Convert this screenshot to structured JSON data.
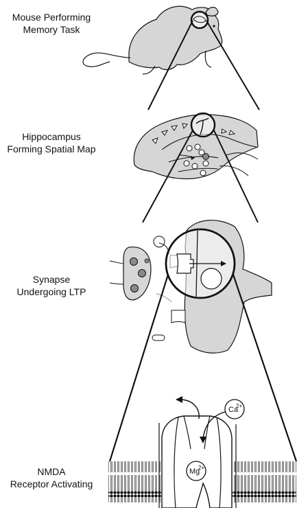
{
  "panels": [
    {
      "line1": "Mouse Performing",
      "line2": "Memory Task"
    },
    {
      "line1": "Hippocampus",
      "line2": "Forming Spatial Map"
    },
    {
      "line1": "Synapse",
      "line2": "Undergoing LTP"
    },
    {
      "line1": "NMDA",
      "line2": "Receptor Activating"
    }
  ],
  "ions": {
    "calcium": {
      "symbol": "Ca",
      "charge": "2+"
    },
    "magnesium": {
      "symbol": "Mg",
      "charge": "2+"
    }
  },
  "colors": {
    "tissue_gray": "#d6d6d6",
    "ink": "#111111",
    "vesicle_dark": "#8a8a8a"
  }
}
